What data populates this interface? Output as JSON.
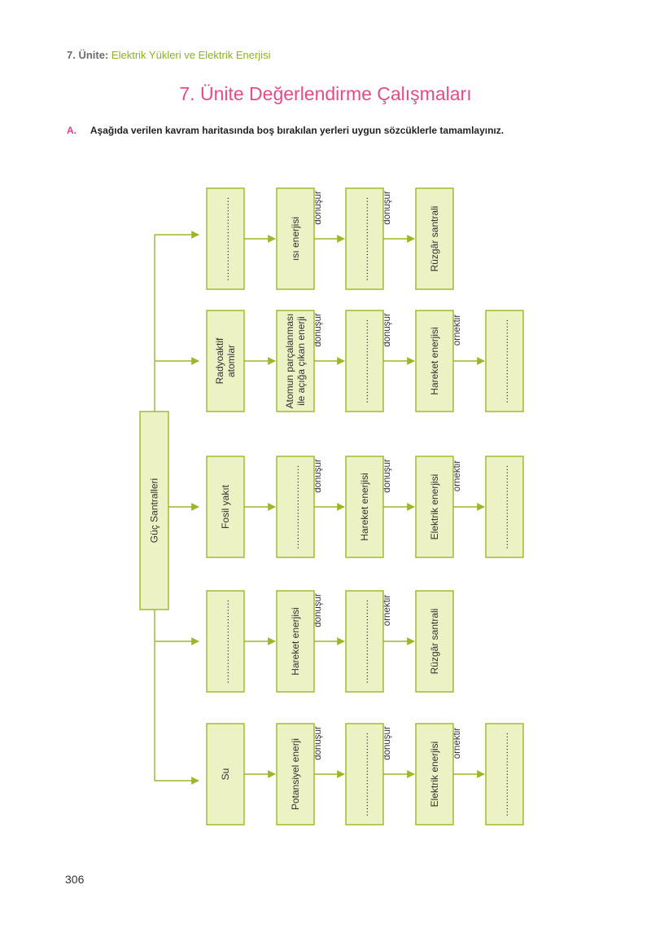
{
  "header": {
    "unit": "7. Ünite:",
    "subject": "Elektrik Yükleri ve Elektrik Enerjisi"
  },
  "title": "7. Ünite Değerlendirme Çalışmaları",
  "question": {
    "letter": "A.",
    "text": "Aşağıda verilen kavram haritasında boş bırakılan yerleri uygun sözcüklerle tamamlayınız."
  },
  "page_number": "306",
  "concept_map": {
    "root": "Güç Santralleri",
    "rows": [
      {
        "boxes": [
          "...........................",
          "ısı enerjisi",
          "...........................",
          "Rüzgâr santrali"
        ],
        "connectors": [
          "",
          "dönüşür",
          "dönüşür"
        ]
      },
      {
        "boxes": [
          "Radyoaktif\natomlar",
          "Atomun parçalanması\nile açığa çıkan enerji",
          "...........................",
          "Hareket enerjisi",
          "..........................."
        ],
        "connectors": [
          "",
          "dönüşür",
          "dönüşür",
          "örnektir"
        ]
      },
      {
        "boxes": [
          "Fosil yakıt",
          "...........................",
          "Hareket enerjisi",
          "Elektrik enerjisi",
          "..........................."
        ],
        "connectors": [
          "",
          "dönüşür",
          "dönüşür",
          "örnektir"
        ]
      },
      {
        "boxes": [
          "...........................",
          "Hareket enerjisi",
          "...........................",
          "Rüzgâr santrali"
        ],
        "connectors": [
          "",
          "dönüşür",
          "örnektir"
        ]
      },
      {
        "boxes": [
          "Su",
          "Potansiyel enerji",
          "...........................",
          "Elektrik enerjisi",
          "..........................."
        ],
        "connectors": [
          "",
          "dönüşür",
          "dönüşür",
          "örnektir"
        ]
      }
    ]
  }
}
